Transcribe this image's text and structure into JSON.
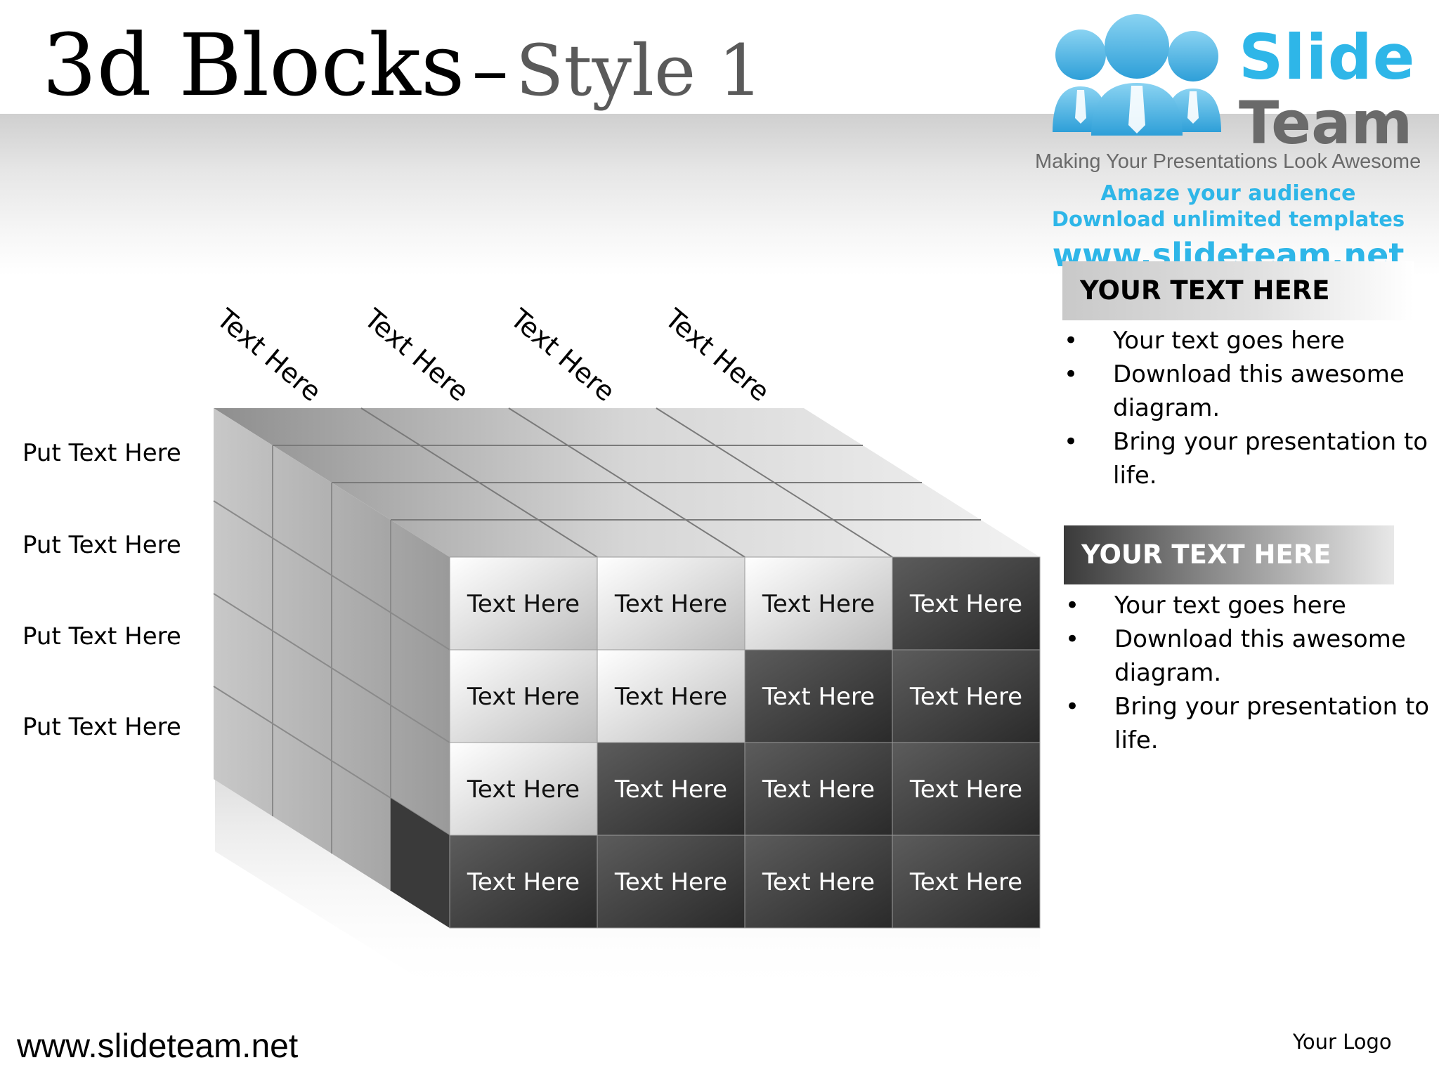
{
  "title": {
    "main": "3d Blocks",
    "dash": "–",
    "sub": "Style 1"
  },
  "logo": {
    "brand_top": "Slide",
    "brand_bottom": "Team",
    "tagline": "Making Your Presentations Look Awesome",
    "line1": "Amaze your audience",
    "line2": "Download unlimited templates",
    "url": "www.slideteam.net",
    "accent": "#2eb6e8"
  },
  "column_labels": [
    "Text Here",
    "Text Here",
    "Text Here",
    "Text Here"
  ],
  "row_labels": [
    "Put Text Here",
    "Put Text Here",
    "Put Text Here",
    "Put Text Here"
  ],
  "grid": {
    "cells": [
      [
        "Text Here",
        "Text Here",
        "Text Here",
        "Text Here"
      ],
      [
        "Text Here",
        "Text Here",
        "Text Here",
        "Text Here"
      ],
      [
        "Text Here",
        "Text Here",
        "Text Here",
        "Text Here"
      ],
      [
        "Text Here",
        "Text Here",
        "Text Here",
        "Text Here"
      ]
    ],
    "shade": [
      [
        "light",
        "light",
        "light",
        "dark"
      ],
      [
        "light",
        "light",
        "dark",
        "dark"
      ],
      [
        "light",
        "dark",
        "dark",
        "dark"
      ],
      [
        "dark",
        "dark",
        "dark",
        "dark"
      ]
    ]
  },
  "panels": [
    {
      "header": "YOUR TEXT HERE",
      "bullets": [
        "Your text goes here",
        "Download this awesome diagram.",
        "Bring your presentation to life."
      ]
    },
    {
      "header": "YOUR TEXT HERE",
      "bullets": [
        "Your text goes here",
        "Download this awesome diagram.",
        "Bring your presentation to life."
      ]
    }
  ],
  "footer": {
    "url": "www.slideteam.net",
    "logo_text": "Your Logo"
  }
}
